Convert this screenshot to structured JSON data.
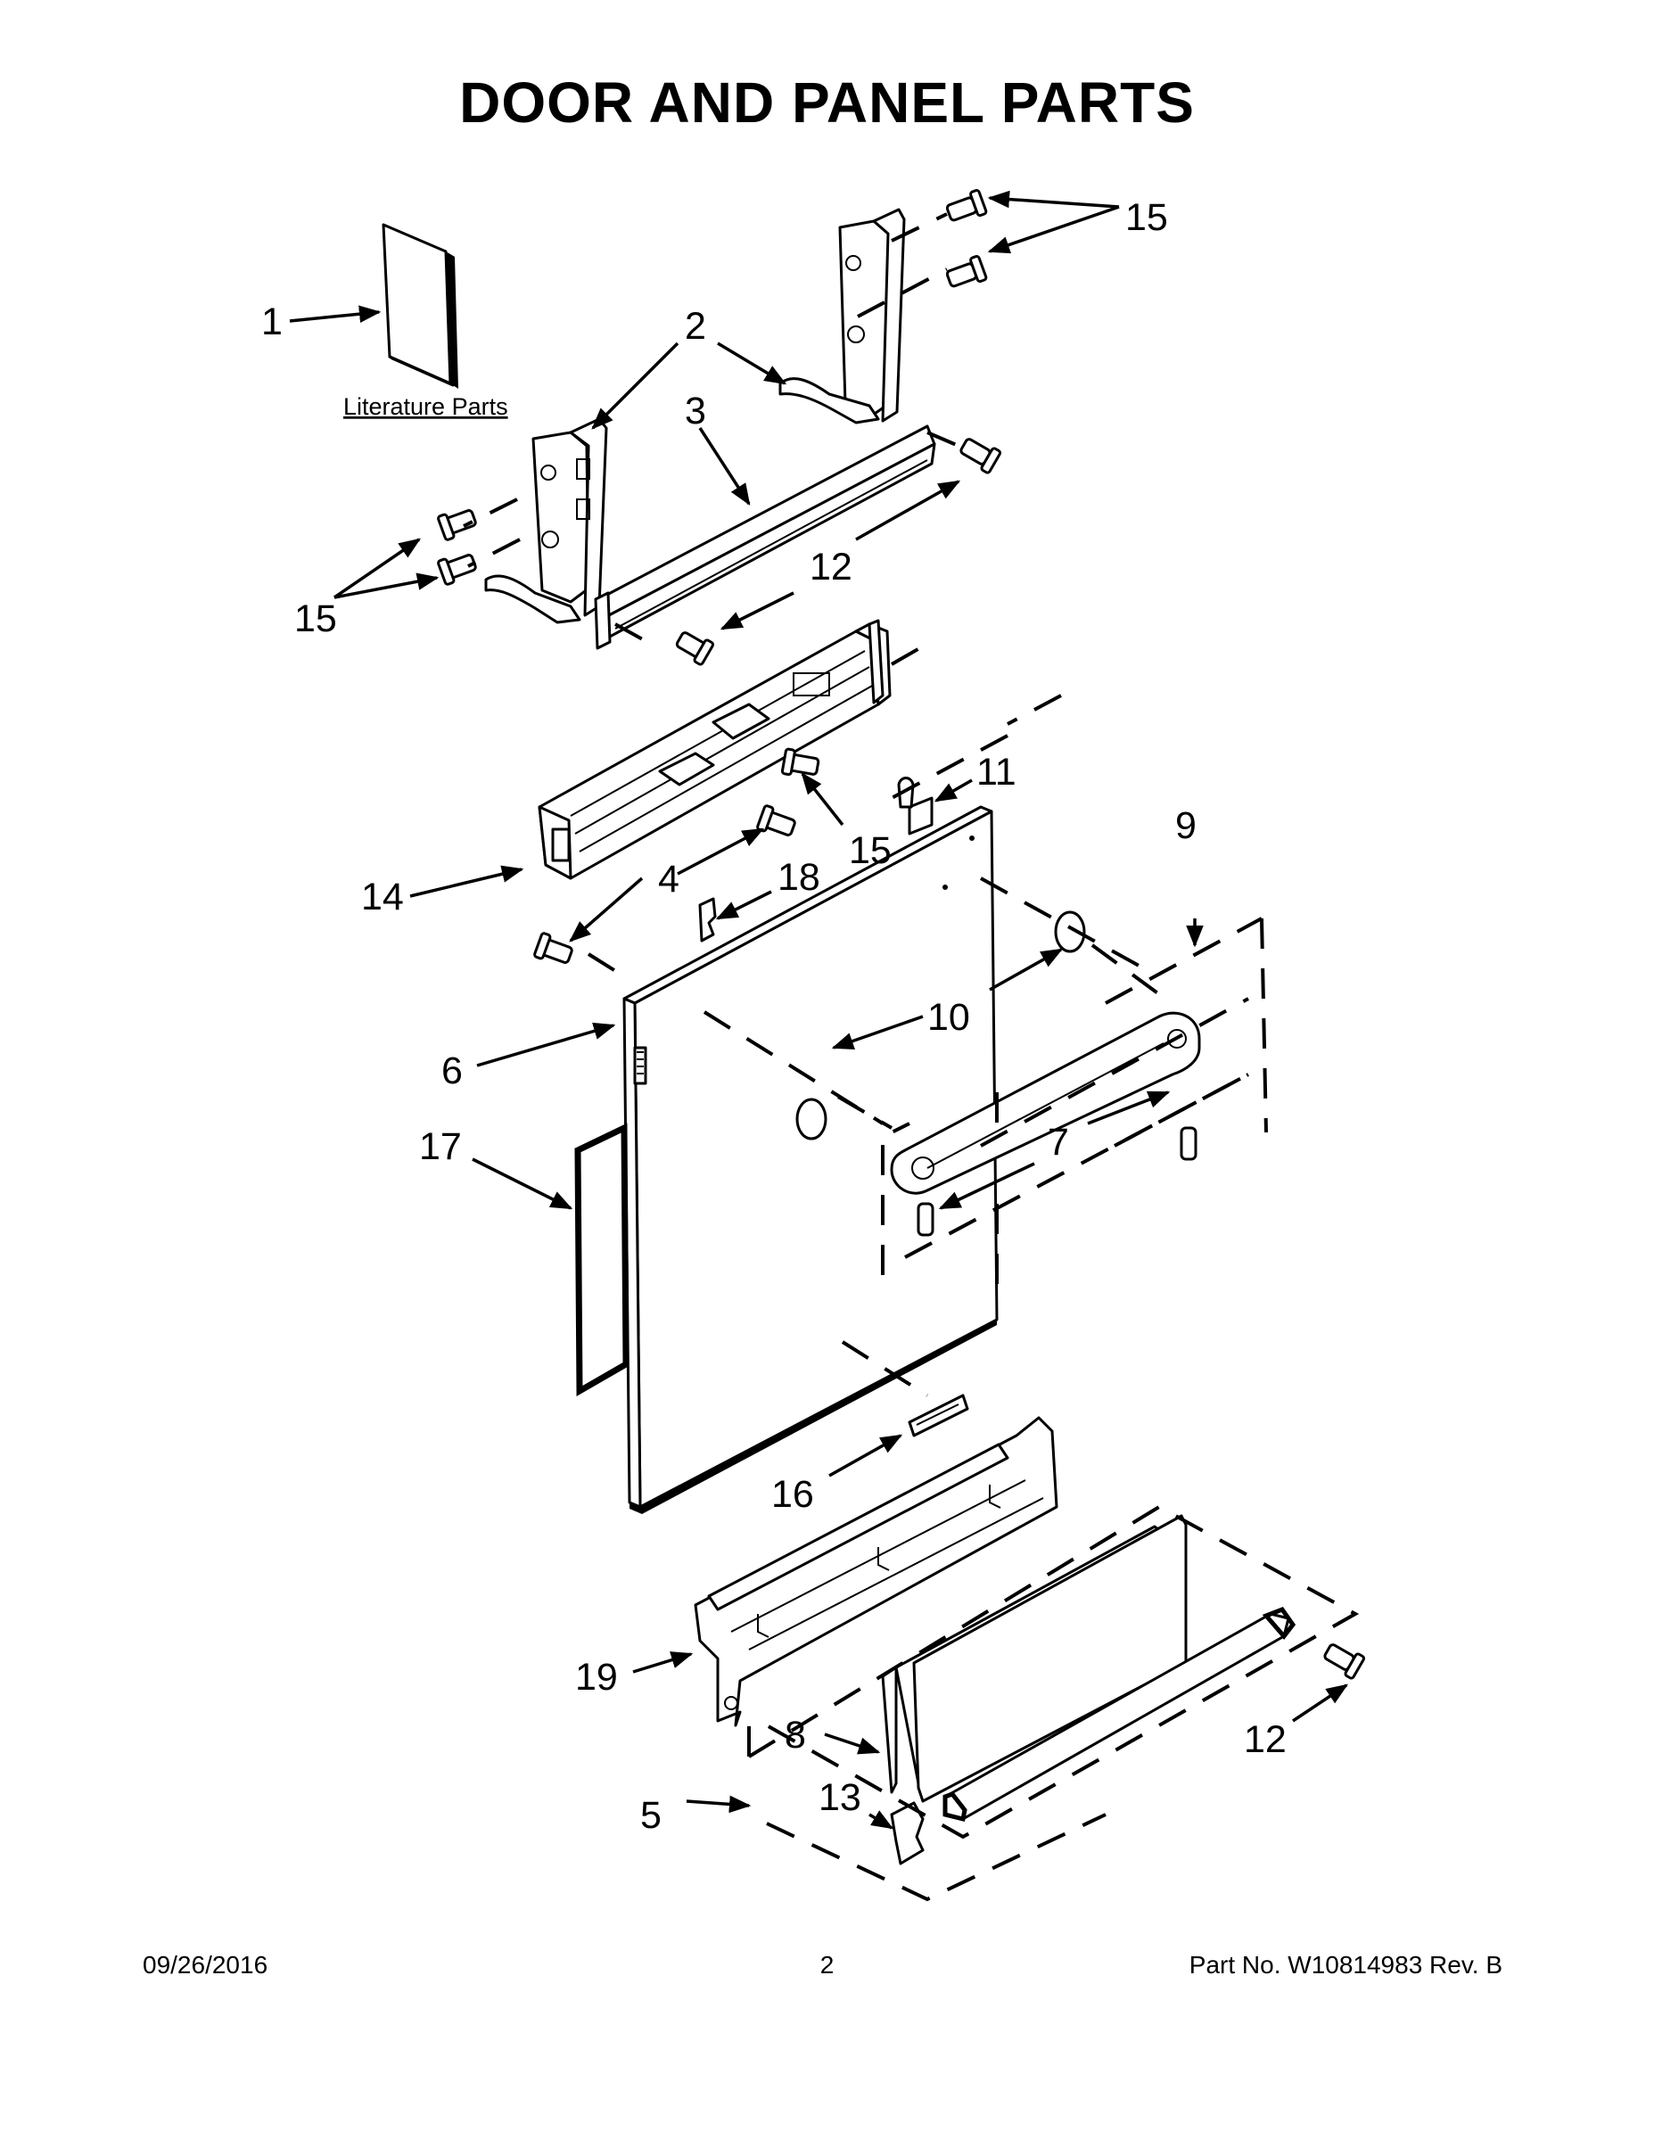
{
  "title": "DOOR AND PANEL PARTS",
  "literature_label": "Literature Parts",
  "callouts": {
    "c1": "1",
    "c2": "2",
    "c3": "3",
    "c4": "4",
    "c5": "5",
    "c6": "6",
    "c7": "7",
    "c8": "8",
    "c9": "9",
    "c10": "10",
    "c11": "11",
    "c12a": "12",
    "c12b": "12",
    "c13": "13",
    "c14": "14",
    "c15a": "15",
    "c15b": "15",
    "c15c": "15",
    "c16": "16",
    "c17": "17",
    "c18": "18",
    "c19": "19"
  },
  "footer": {
    "date": "09/26/2016",
    "page": "2",
    "part_no": "Part No.  W10814983  Rev.  B"
  }
}
